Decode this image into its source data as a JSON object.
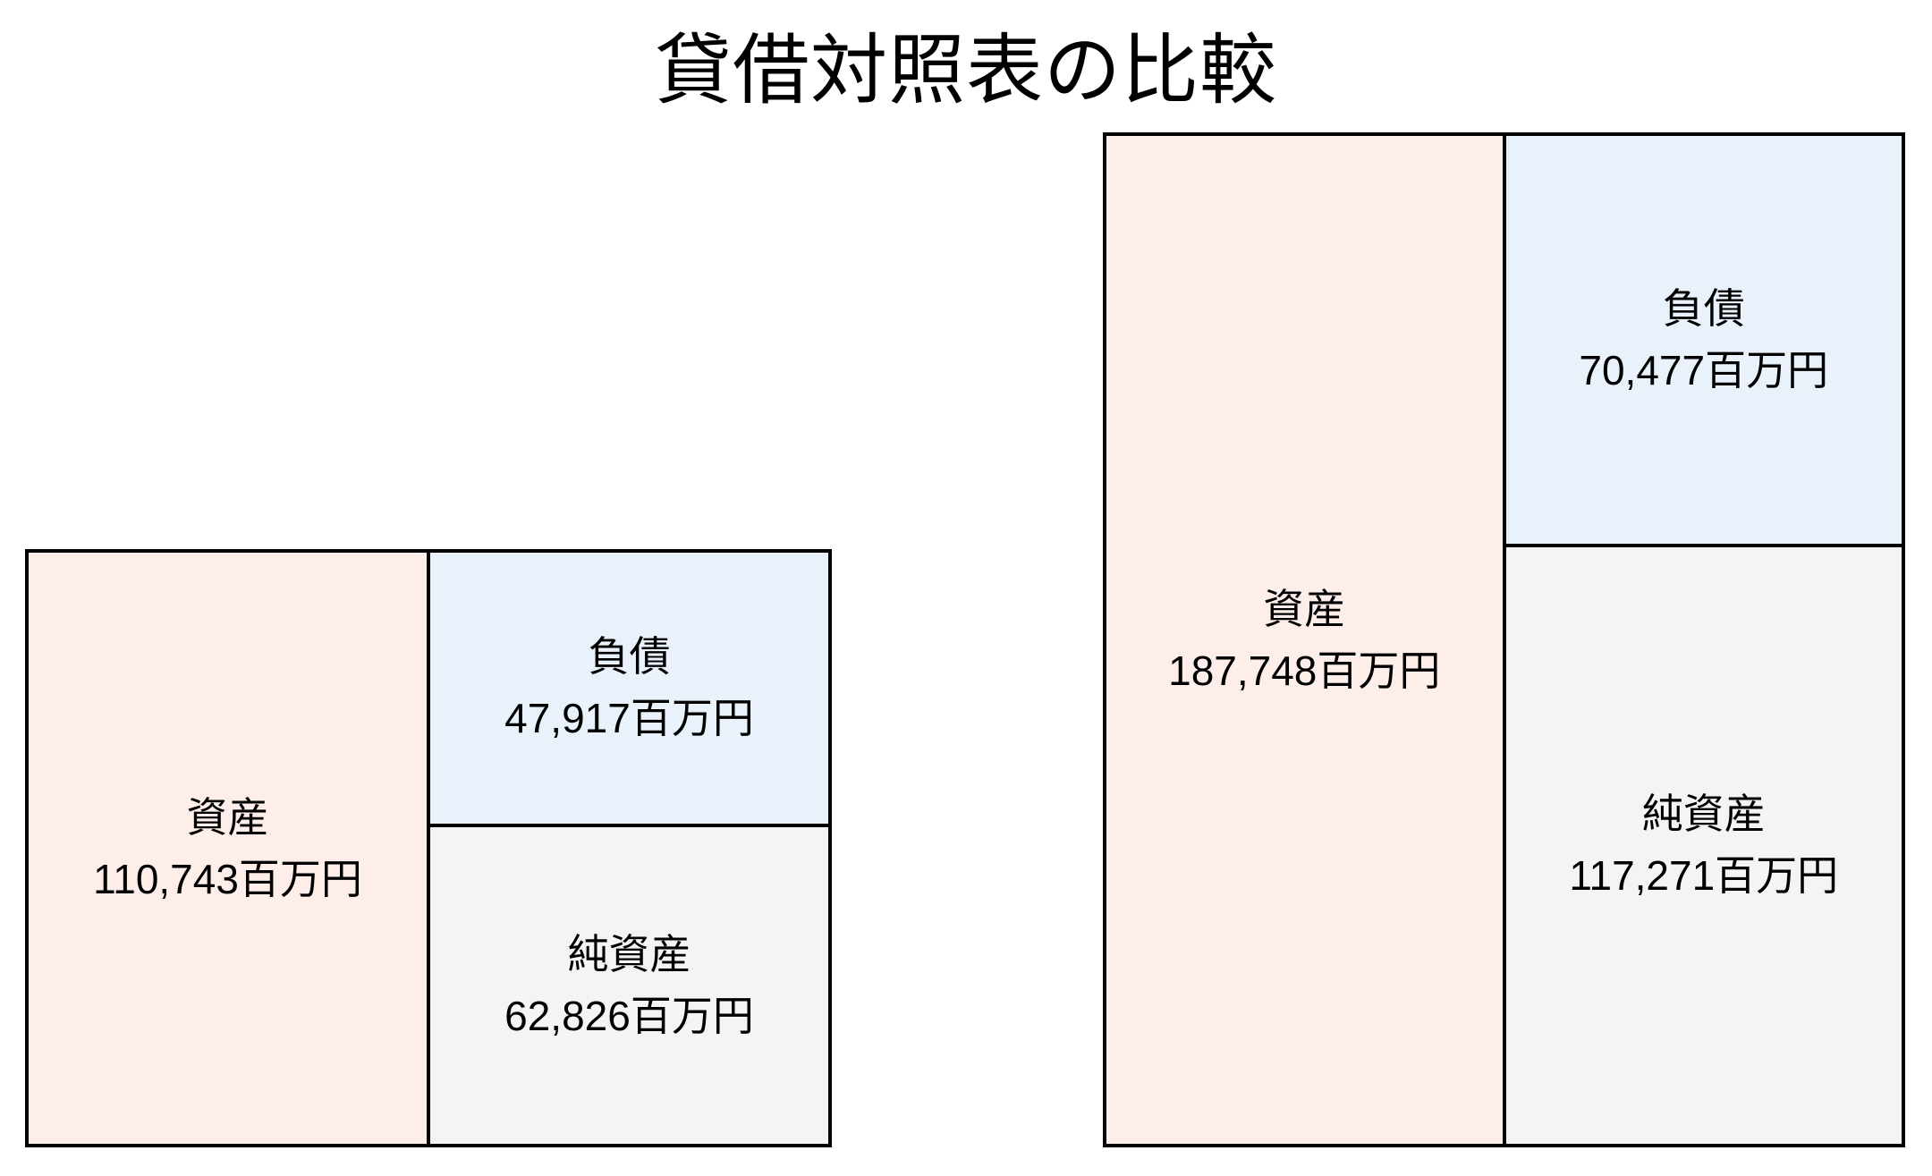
{
  "chart_data": {
    "type": "bar",
    "title": "貸借対照表の比較",
    "unit": "百万円",
    "colors": {
      "assets_fill": "#fdeeea",
      "liabilities_fill": "#e9f2fb",
      "net_assets_fill": "#f4f4f4",
      "border": "#000000",
      "text": "#000000",
      "background": "#ffffff"
    },
    "layout_hints": {
      "sheets_bottom_aligned": true,
      "heights_proportional_to_values": true,
      "column_split": "assets left 50% / liabilities+net-assets right 50%",
      "legend": "none",
      "axes": "none"
    },
    "sheets": [
      {
        "assets": {
          "label": "資産",
          "value": 110743,
          "display": "110,743百万円"
        },
        "liabilities": {
          "label": "負債",
          "value": 47917,
          "display": "47,917百万円"
        },
        "net_assets": {
          "label": "純資産",
          "value": 62826,
          "display": "62,826百万円"
        }
      },
      {
        "assets": {
          "label": "資産",
          "value": 187748,
          "display": "187,748百万円"
        },
        "liabilities": {
          "label": "負債",
          "value": 70477,
          "display": "70,477百万円"
        },
        "net_assets": {
          "label": "純資産",
          "value": 117271,
          "display": "117,271百万円"
        }
      }
    ]
  }
}
